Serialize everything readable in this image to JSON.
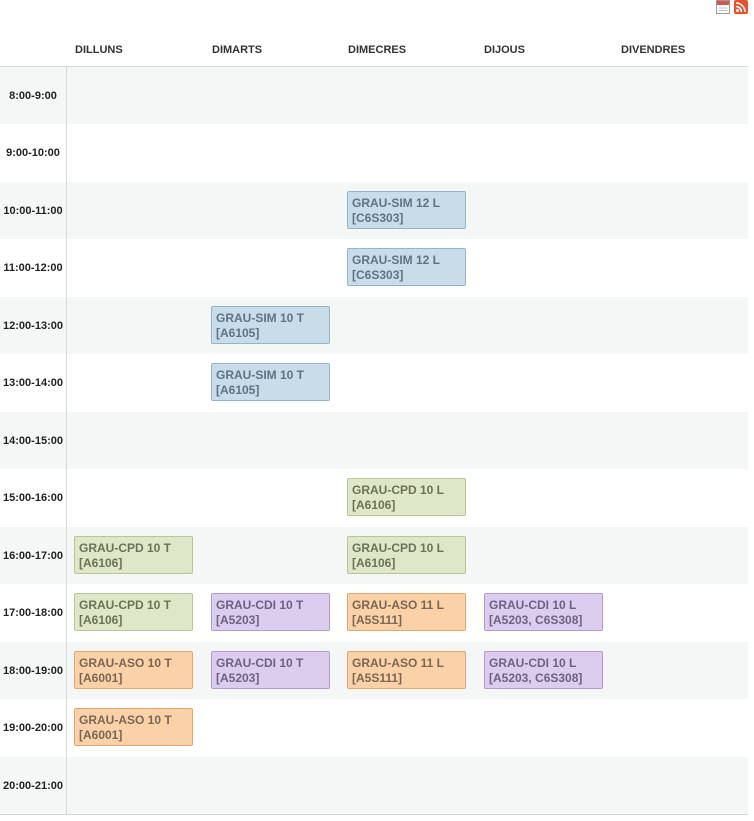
{
  "days": [
    "DILLUNS",
    "DIMARTS",
    "DIMECRES",
    "DIJOUS",
    "DIVENDRES"
  ],
  "slots": [
    "8:00-9:00",
    "9:00-10:00",
    "10:00-11:00",
    "11:00-12:00",
    "12:00-13:00",
    "13:00-14:00",
    "14:00-15:00",
    "15:00-16:00",
    "16:00-17:00",
    "17:00-18:00",
    "18:00-19:00",
    "19:00-20:00",
    "20:00-21:00"
  ],
  "events": [
    {
      "day": 2,
      "slot": 2,
      "title": "GRAU-SIM 12 L",
      "room": "[C6S303]",
      "color": "blue"
    },
    {
      "day": 2,
      "slot": 3,
      "title": "GRAU-SIM 12 L",
      "room": "[C6S303]",
      "color": "blue"
    },
    {
      "day": 1,
      "slot": 4,
      "title": "GRAU-SIM 10 T",
      "room": "[A6105]",
      "color": "blue"
    },
    {
      "day": 1,
      "slot": 5,
      "title": "GRAU-SIM 10 T",
      "room": "[A6105]",
      "color": "blue"
    },
    {
      "day": 2,
      "slot": 7,
      "title": "GRAU-CPD 10 L",
      "room": "[A6106]",
      "color": "green"
    },
    {
      "day": 0,
      "slot": 8,
      "title": "GRAU-CPD 10 T",
      "room": "[A6106]",
      "color": "green"
    },
    {
      "day": 2,
      "slot": 8,
      "title": "GRAU-CPD 10 L",
      "room": "[A6106]",
      "color": "green"
    },
    {
      "day": 0,
      "slot": 9,
      "title": "GRAU-CPD 10 T",
      "room": "[A6106]",
      "color": "green"
    },
    {
      "day": 1,
      "slot": 9,
      "title": "GRAU-CDI 10 T",
      "room": "[A5203]",
      "color": "purple"
    },
    {
      "day": 2,
      "slot": 9,
      "title": "GRAU-ASO 11 L",
      "room": "[A5S111]",
      "color": "orange"
    },
    {
      "day": 3,
      "slot": 9,
      "title": "GRAU-CDI 10 L",
      "room": "[A5203, C6S308]",
      "color": "purple"
    },
    {
      "day": 0,
      "slot": 10,
      "title": "GRAU-ASO 10 T",
      "room": "[A6001]",
      "color": "orange"
    },
    {
      "day": 1,
      "slot": 10,
      "title": "GRAU-CDI 10 T",
      "room": "[A5203]",
      "color": "purple"
    },
    {
      "day": 2,
      "slot": 10,
      "title": "GRAU-ASO 11 L",
      "room": "[A5S111]",
      "color": "orange"
    },
    {
      "day": 3,
      "slot": 10,
      "title": "GRAU-CDI 10 L",
      "room": "[A5203, C6S308]",
      "color": "purple"
    },
    {
      "day": 0,
      "slot": 11,
      "title": "GRAU-ASO 10 T",
      "room": "[A6001]",
      "color": "orange"
    }
  ],
  "icons": [
    "calendar-icon",
    "rss-icon"
  ]
}
